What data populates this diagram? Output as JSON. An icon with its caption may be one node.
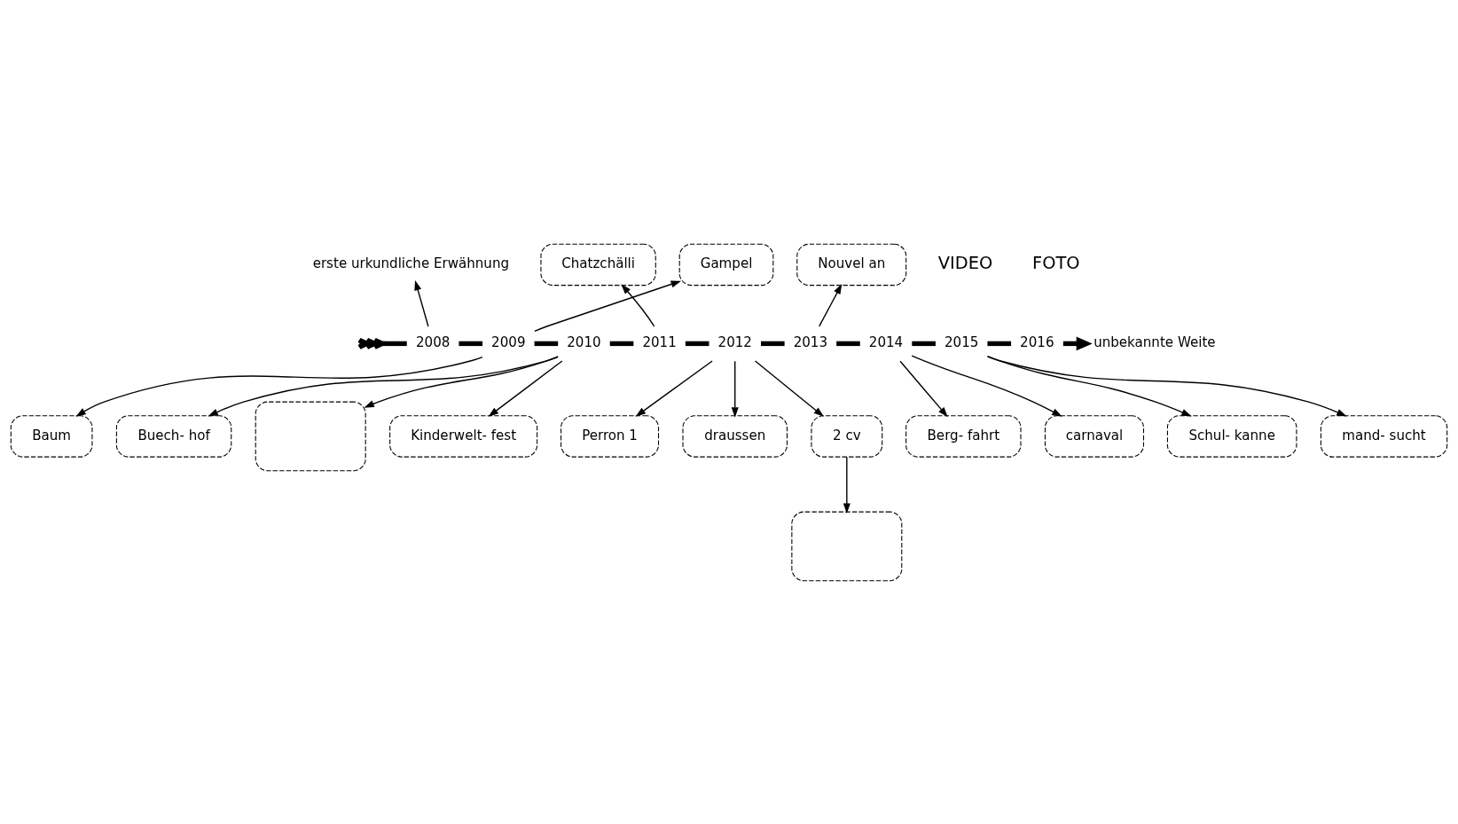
{
  "diagram": {
    "nodes": [
      {
        "text": [
          "erste urkundliche Erwähnung"
        ]
      },
      {
        "text": [
          "2008"
        ]
      },
      {
        "text": [
          "2009"
        ]
      },
      {
        "text": [
          "2010"
        ]
      },
      {
        "text": [
          "2011"
        ]
      },
      {
        "text": [
          "2012"
        ]
      },
      {
        "text": [
          "2013"
        ]
      },
      {
        "text": [
          "2014"
        ]
      },
      {
        "text": [
          "2015"
        ]
      },
      {
        "text": [
          "2016"
        ]
      },
      {
        "text": [
          "unbekannte Weite"
        ]
      },
      {
        "text": [
          "Chatzchälli"
        ]
      },
      {
        "text": [
          "Gampel"
        ]
      },
      {
        "text": [
          "Nouvel an"
        ]
      },
      {
        "text": [
          "Baum"
        ]
      },
      {
        "text": [],
        "shape": "box"
      },
      {
        "text": [
          "Kinderwelt- fest"
        ]
      },
      {
        "text": [
          "Buech- hof"
        ]
      },
      {
        "text": [
          "2 cv"
        ]
      },
      {
        "text": [
          "Perron 1"
        ]
      },
      {
        "text": [],
        "shape": "box"
      },
      {
        "text": [
          "carnaval"
        ]
      },
      {
        "text": [
          "mand- sucht"
        ]
      },
      {
        "text": [
          "draussen"
        ]
      },
      {
        "text": [
          "Schul- kanne"
        ]
      },
      {
        "text": [
          "Berg- fahrt"
        ]
      }
    ],
    "edges": [
      {
        "from": null,
        "to": 1,
        "arrow": "other",
        "style": "thick"
      },
      {
        "from": 1,
        "to": 2,
        "arrow": "none",
        "style": "thick"
      },
      {
        "from": 2,
        "to": 3,
        "arrow": "none",
        "style": "thick"
      },
      {
        "from": 3,
        "to": 4,
        "arrow": "none",
        "style": "thick"
      },
      {
        "from": 4,
        "to": 5,
        "arrow": "none",
        "style": "thick"
      },
      {
        "from": 5,
        "to": 6,
        "arrow": "none",
        "style": "thick"
      },
      {
        "from": 6,
        "to": 7,
        "arrow": "none",
        "style": "thick"
      },
      {
        "from": 7,
        "to": 8,
        "arrow": "none",
        "style": "thick"
      },
      {
        "from": 8,
        "to": 9,
        "arrow": "none",
        "style": "thick"
      },
      {
        "from": 9,
        "to": 10,
        "arrow": "to",
        "style": "thick"
      },
      {
        "from": 1,
        "to": 0,
        "arrow": "to"
      },
      {
        "from": 2,
        "to": 14,
        "arrow": "to"
      },
      {
        "from": 2,
        "to": 12,
        "arrow": "to"
      },
      {
        "from": 4,
        "to": 11,
        "arrow": "to"
      },
      {
        "from": 3,
        "to": 15,
        "arrow": "to"
      },
      {
        "from": 3,
        "to": 16,
        "arrow": "to"
      },
      {
        "from": 3,
        "to": 17,
        "arrow": "to"
      },
      {
        "from": 5,
        "to": 23,
        "arrow": "to"
      },
      {
        "from": 5,
        "to": 19,
        "arrow": "to"
      },
      {
        "from": 5,
        "to": 18,
        "arrow": "to"
      },
      {
        "from": 18,
        "to": 20,
        "arrow": "to"
      },
      {
        "from": 6,
        "to": 13,
        "arrow": "to"
      },
      {
        "from": 7,
        "to": 21,
        "arrow": "to"
      },
      {
        "from": 7,
        "to": 25,
        "arrow": "to"
      },
      {
        "from": 8,
        "to": 24,
        "arrow": "to"
      },
      {
        "from": 8,
        "to": 22,
        "arrow": "to"
      }
    ],
    "labels": [
      "VIDEO",
      "FOTO"
    ]
  }
}
